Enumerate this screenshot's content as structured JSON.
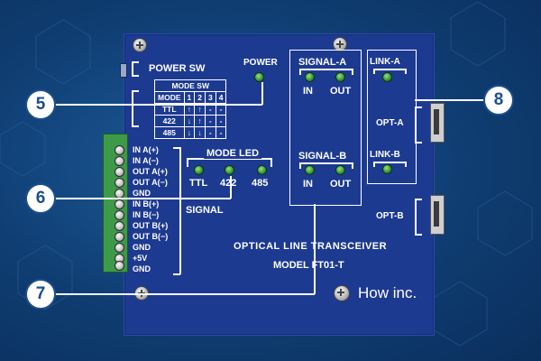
{
  "device": {
    "label_text": "OPTICAL LINE TRANSCEIVER",
    "model": "MODEL FT01-T",
    "brand": "How inc."
  },
  "power_sw": {
    "label": "POWER SW"
  },
  "power_led": {
    "label": "POWER"
  },
  "mode_sw": {
    "title": "MODE SW",
    "headers": [
      "MODE",
      "1",
      "2",
      "3",
      "4"
    ],
    "rows": [
      {
        "mode": "TTL",
        "cells": [
          "↑",
          "↑",
          "-",
          "-"
        ]
      },
      {
        "mode": "422",
        "cells": [
          "↓",
          "↑",
          "-",
          "-"
        ]
      },
      {
        "mode": "485",
        "cells": [
          "↓",
          "↓",
          "-",
          "-"
        ]
      }
    ]
  },
  "mode_led": {
    "title": "MODE LED",
    "labels": [
      "TTL",
      "422",
      "485"
    ]
  },
  "signal_terminal": {
    "pins": [
      "IN A(+)",
      "IN A(−)",
      "OUT A(+)",
      "OUT A(−)",
      "GND",
      "IN B(+)",
      "IN B(−)",
      "OUT B(+)",
      "OUT B(−)",
      "GND",
      "+5V",
      "GND"
    ],
    "group_label": "SIGNAL"
  },
  "signal_a": {
    "title": "SIGNAL-A",
    "in": "IN",
    "out": "OUT"
  },
  "signal_b": {
    "title": "SIGNAL-B",
    "in": "IN",
    "out": "OUT"
  },
  "link_a": {
    "label": "LINK-A"
  },
  "link_b": {
    "label": "LINK-B"
  },
  "opt_a": {
    "label": "OPT-A"
  },
  "opt_b": {
    "label": "OPT-B"
  },
  "callouts": [
    "5",
    "6",
    "7",
    "8"
  ],
  "colors": {
    "background": "#0f3d72",
    "panel": "#1d3a91",
    "led_green": "#3a9a3c",
    "terminal_green": "#3d9a48"
  }
}
